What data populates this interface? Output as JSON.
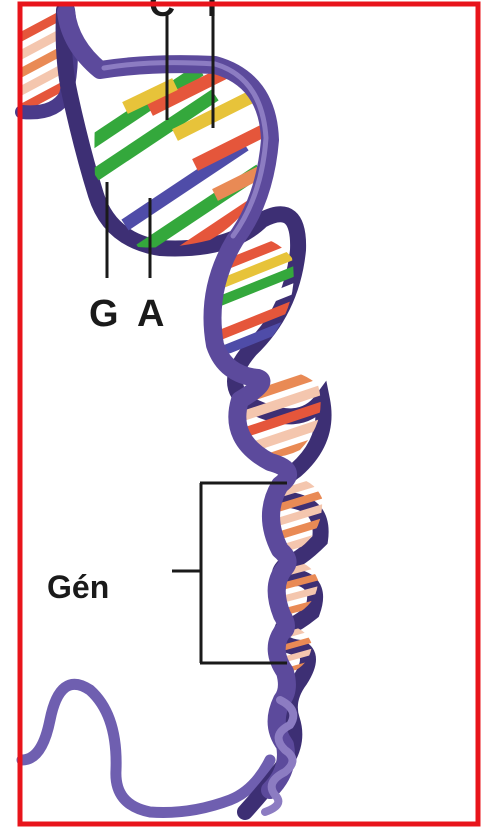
{
  "labels": {
    "top_left": "C",
    "top_right": "T",
    "bottom_left": "G",
    "bottom_right": "A",
    "gene": "Gén"
  },
  "colors": {
    "frame": "#e8141b",
    "backbone": "#5c4a9c",
    "backbone_light": "#8c7cc2",
    "backbone_dark": "#3d2f74",
    "guanine": "#34a83c",
    "cytosine": "#e7c33a",
    "adenine": "#4f4ca8",
    "thymine": "#e5563b",
    "rung_pale": "#f4c6ae",
    "rung_orange": "#e98a55",
    "label_line": "#1a1a1a"
  }
}
